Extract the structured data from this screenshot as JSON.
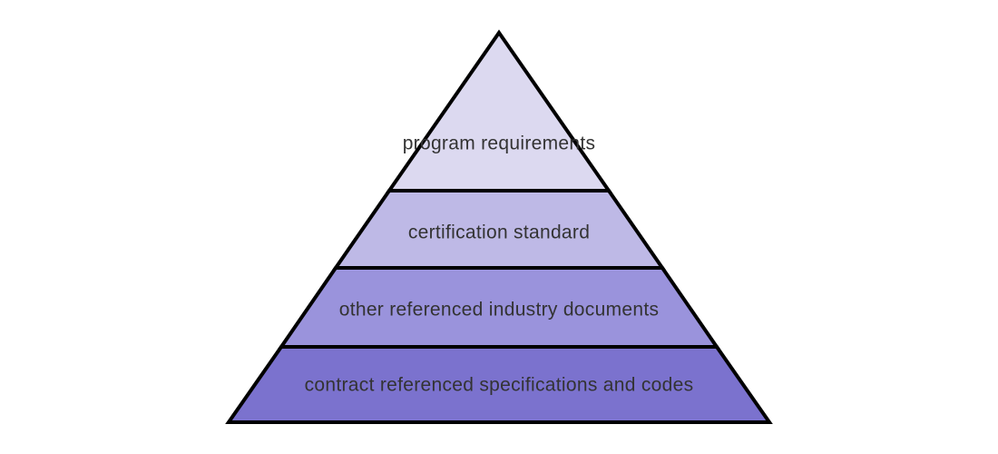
{
  "diagram": {
    "type": "pyramid",
    "levels_count": 4,
    "outline_color": "#000000",
    "text_color": "#333333",
    "background_color": "#ffffff",
    "tiers": [
      {
        "rank": 1,
        "label": "program requirements",
        "color": "#dcd9f0"
      },
      {
        "rank": 2,
        "label": "certification standard",
        "color": "#beb9e6"
      },
      {
        "rank": 3,
        "label": "other referenced industry documents",
        "color": "#9a93dc"
      },
      {
        "rank": 4,
        "label": "contract referenced specifications and codes",
        "color": "#7b72ce"
      }
    ]
  }
}
